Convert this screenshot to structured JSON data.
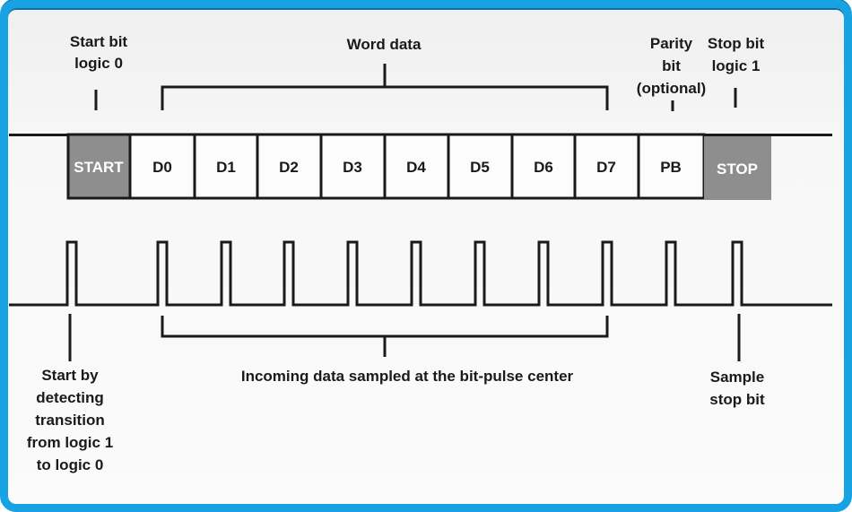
{
  "colors": {
    "accent_border": "#17a3e3",
    "box_gray": "#8e8e8e",
    "line": "#1a1a1a",
    "box_text_light": "#ffffff"
  },
  "top_labels": {
    "start_bit": [
      "Start bit",
      "logic 0"
    ],
    "word_data": "Word data",
    "parity_bit": [
      "Parity",
      "bit",
      "(optional)"
    ],
    "stop_bit": [
      "Stop bit",
      "logic 1"
    ]
  },
  "bits": [
    {
      "label": "START",
      "type": "control"
    },
    {
      "label": "D0",
      "type": "data"
    },
    {
      "label": "D1",
      "type": "data"
    },
    {
      "label": "D2",
      "type": "data"
    },
    {
      "label": "D3",
      "type": "data"
    },
    {
      "label": "D4",
      "type": "data"
    },
    {
      "label": "D5",
      "type": "data"
    },
    {
      "label": "D6",
      "type": "data"
    },
    {
      "label": "D7",
      "type": "data"
    },
    {
      "label": "PB",
      "type": "parity"
    },
    {
      "label": "STOP",
      "type": "control"
    }
  ],
  "bottom_labels": {
    "start_detect": [
      "Start by",
      "detecting",
      "transition",
      "from logic 1",
      "to logic 0"
    ],
    "sampling": "Incoming data sampled at the bit-pulse center",
    "sample_stop": [
      "Sample",
      "stop bit"
    ]
  }
}
